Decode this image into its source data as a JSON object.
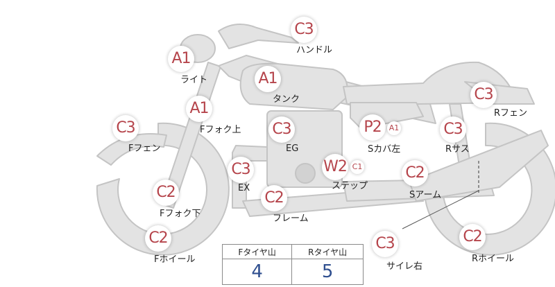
{
  "parts": [
    {
      "id": "handle",
      "code": "C3",
      "label": "ハンドル"
    },
    {
      "id": "light",
      "code": "A1",
      "label": "ライト"
    },
    {
      "id": "tank",
      "code": "A1",
      "label": "タンク"
    },
    {
      "id": "r-fender",
      "code": "C3",
      "label": "Rフェン"
    },
    {
      "id": "f-fork-upper",
      "code": "A1",
      "label": "Fフォク上"
    },
    {
      "id": "f-fender",
      "code": "C3",
      "label": "Fフェン"
    },
    {
      "id": "engine",
      "code": "C3",
      "label": "EG"
    },
    {
      "id": "side-cover-left",
      "code": "P2",
      "sub_code": "A1",
      "label": "Sカバ左"
    },
    {
      "id": "r-suspension",
      "code": "C3",
      "label": "Rサス"
    },
    {
      "id": "exhaust",
      "code": "C3",
      "label": "EX"
    },
    {
      "id": "step",
      "code": "W2",
      "sub_code": "C1",
      "label": "ステップ"
    },
    {
      "id": "swing-arm",
      "code": "C2",
      "label": "Sアーム"
    },
    {
      "id": "f-fork-lower",
      "code": "C2",
      "label": "Fフォク下"
    },
    {
      "id": "frame",
      "code": "C2",
      "label": "フレーム"
    },
    {
      "id": "f-wheel",
      "code": "C2",
      "label": "Fホイール"
    },
    {
      "id": "muffler-right",
      "code": "C3",
      "label": "サイレ右"
    },
    {
      "id": "r-wheel",
      "code": "C2",
      "label": "Rホイール"
    }
  ],
  "tire_table": {
    "front_header": "Fタイヤ山",
    "rear_header": "Rタイヤ山",
    "front_value": "4",
    "rear_value": "5"
  }
}
